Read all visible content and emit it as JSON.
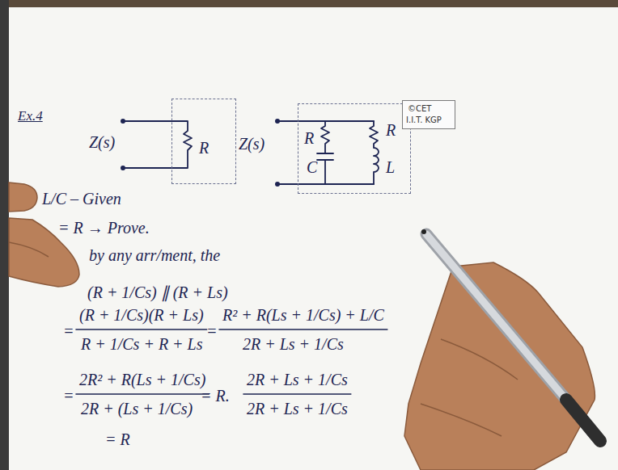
{
  "diagram": {
    "nodes": [
      {
        "text": [
          "R"
        ]
      },
      {
        "text": [
          "R",
          "R",
          "C",
          "L"
        ]
      },
      {
        "text": [
          "©CET",
          "I.I.T. KGP"
        ]
      }
    ],
    "labels": [
      "Ex.4",
      "Z(s)",
      "Z(s)",
      "L/C – Given",
      "= R → Prove.",
      "by any arr/ment, the",
      "(R + 1/Cs) ∥ (R + Ls)",
      "=",
      "(R + 1/Cs)(R + Ls)",
      "R + 1/Cs + R + Ls",
      "=",
      "R² + R(Ls + 1/Cs) + L/C",
      "2R + Ls + 1/Cs",
      "=",
      "2R² + R(Ls + 1/Cs)",
      "2R + (Ls + 1/Cs)",
      "= R.",
      "2R + Ls + 1/Cs",
      "2R + Ls + 1/Cs",
      "= R"
    ]
  }
}
